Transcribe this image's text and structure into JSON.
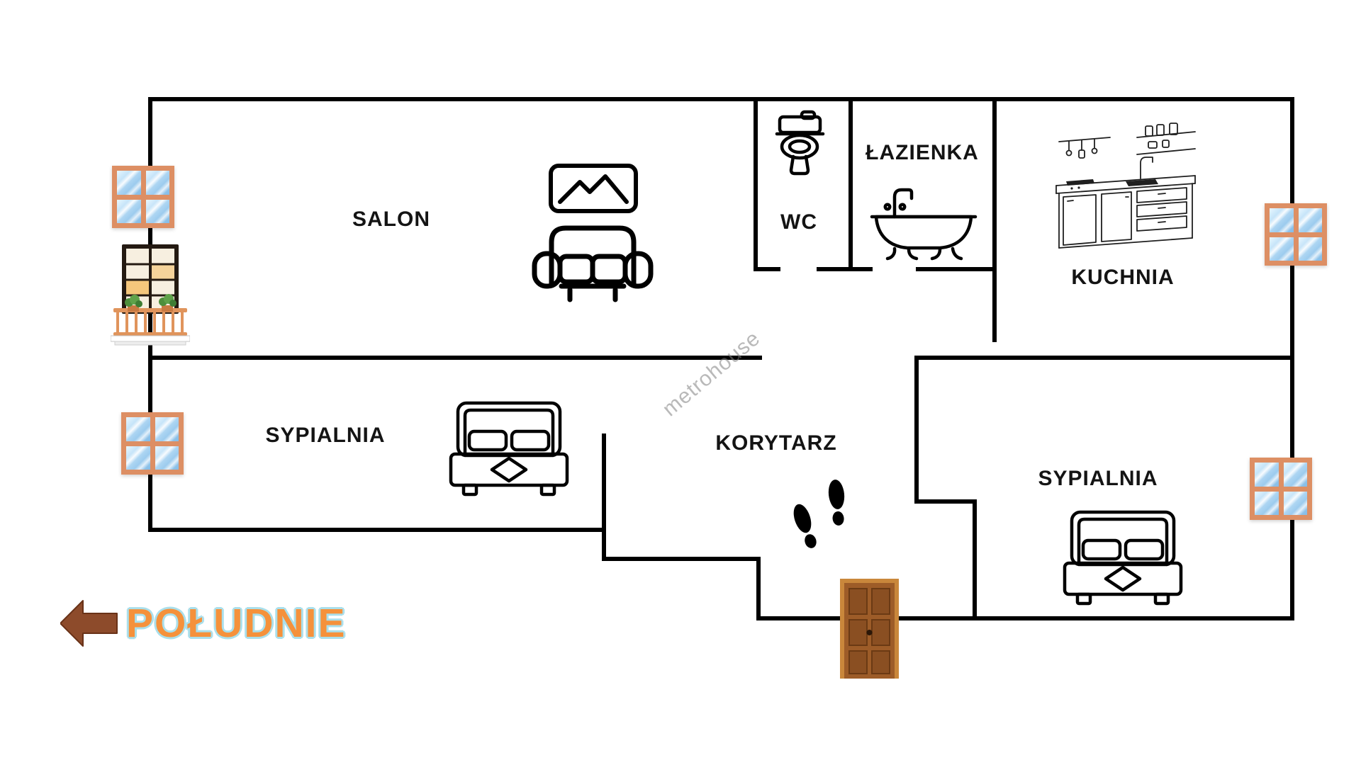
{
  "watermark": {
    "text": "metrohouse"
  },
  "compass": {
    "label": "POŁUDNIE",
    "direction": "left",
    "arrow_color": "#8d4b2b",
    "text_color": "#f5913b",
    "outline_color": "#aadfeb"
  },
  "rooms": {
    "salon": {
      "label": "SALON"
    },
    "wc": {
      "label": "WC"
    },
    "bathroom": {
      "label": "ŁAZIENKA"
    },
    "kitchen": {
      "label": "KUCHNIA"
    },
    "bedroom_left": {
      "label": "SYPIALNIA"
    },
    "corridor": {
      "label": "KORYTARZ"
    },
    "bedroom_right": {
      "label": "SYPIALNIA"
    }
  },
  "icons": {
    "picture-frame-icon": "framed mountain artwork outline",
    "sofa-icon": "two-seat sofa outline",
    "toilet-icon": "toilet outline",
    "bathtub-icon": "clawfoot bathtub outline",
    "kitchen-sketch-icon": "kitchen counter line sketch",
    "bed-icon": "double bed with diamond blanket outline",
    "footprints-icon": "two black footprints",
    "entrance-door-icon": "brown wooden entrance door",
    "window-icon": "blue glass window with orange frame",
    "balcony-icon": "balcony door with railing and plants",
    "arrow-left-icon": "brown arrow pointing left (south)"
  },
  "colors": {
    "wall": "#000000",
    "window_frame": "#dd8f64",
    "window_pane": "#a9d4f2",
    "door_wood": "#9d5c28",
    "door_frame": "#c9873b",
    "label_text": "#141414",
    "watermark_gray": "#808080"
  }
}
